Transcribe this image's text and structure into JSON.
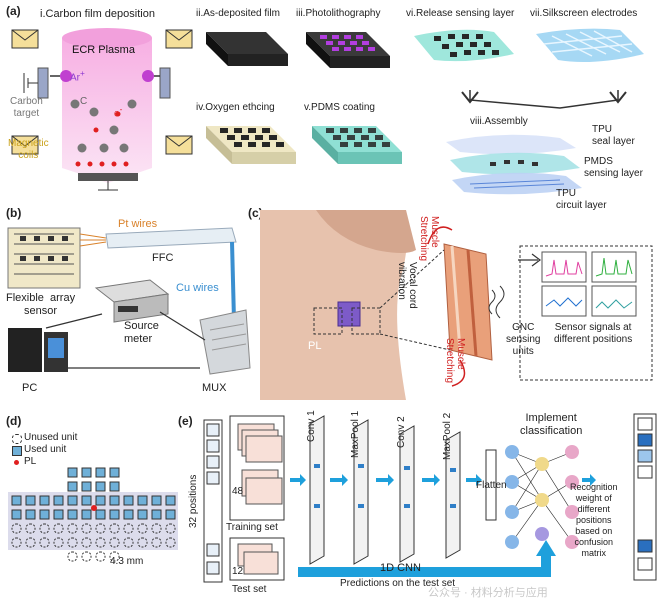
{
  "panel_a": {
    "label": "(a)",
    "steps": {
      "s1": "i.Carbon film deposition",
      "s2": "ii.As-deposited film",
      "s3": "iii.Photolithography",
      "s4": "iv.Oxygen ethcing",
      "s5": "v.PDMS coating",
      "s6": "vi.Release sensing layer",
      "s7": "vii.Silkscreen electrodes",
      "s8": "viii.Assembly"
    },
    "plasma": "ECR Plasma",
    "ion": "Ar",
    "ion_sup": "+",
    "electron": "e",
    "electron_sup": "-",
    "carbon": "C",
    "carbon_target": "Carbon\ntarget",
    "magnetic_coils": "Magnetic\ncoils",
    "layers": {
      "tpu_seal": "TPU\nseal layer",
      "pmds": "PMDS\nsensing layer",
      "tpu_circuit": "TPU\ncircuit layer"
    }
  },
  "panel_b": {
    "label": "(b)",
    "pt_wires": "Pt wires",
    "ffc": "FFC",
    "cu_wires": "Cu wires",
    "array_sensor": "Flexible  array\nsensor",
    "source_meter": "Source\nmeter",
    "pc": "PC",
    "mux": "MUX"
  },
  "panel_c": {
    "label": "(c)",
    "muscle_stretching_top": "Muscle\nStretching",
    "vocal": "Vocal cord\nvibration",
    "muscle_stretching_bottom": "Muscle\nStretching",
    "pl": "PL",
    "gnc": "GNC\nsensing\nunits",
    "signals": "Sensor signals at\ndifferent positions"
  },
  "panel_d": {
    "label": "(d)",
    "legend_unused": "Unused unit",
    "legend_used": "Used unit",
    "legend_pl": "PL",
    "scale": "4.3 mm"
  },
  "panel_e": {
    "label": "(e)",
    "positions": "32 positions",
    "count_48": "48",
    "count_12": "12",
    "training_set": "Training set",
    "test_set": "Test set",
    "conv1": "Conv 1",
    "maxpool1": "MaxPool 1",
    "conv2": "Conv 2",
    "maxpool2": "MaxPool 2",
    "flatten": "Flatten",
    "cnn": "1D CNN",
    "implement": "Implement\nclassification",
    "predictions": "Predictions on the test set",
    "recognition": "Recognition\nweight of\ndifferent\npositions\nbased on\nconfusion\nmatrix",
    "watermark": "公众号 · 材料分析与应用"
  },
  "colors": {
    "plasma_pink": "#f4b8e6",
    "purple": "#8e3bd0",
    "arrow_blue": "#1ea0dc",
    "teal_film": "#8fe0d4",
    "cream_film": "#efe7c4",
    "dark_square": "#262626",
    "network_blue": "#86b6e8",
    "network_pink": "#e8a7c8",
    "network_purple": "#a698e0",
    "network_yellow": "#f0d98a"
  }
}
